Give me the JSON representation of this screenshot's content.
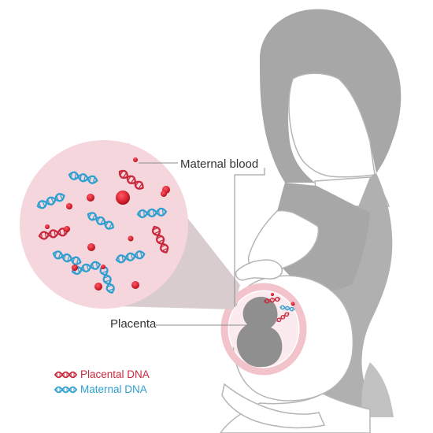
{
  "labels": {
    "maternal_blood": "Maternal blood",
    "placenta": "Placenta"
  },
  "legend": {
    "placental_dna": "Placental DNA",
    "maternal_dna": "Maternal DNA"
  },
  "colors": {
    "placental_dna": "#c8283c",
    "maternal_dna": "#2e9fd0",
    "silhouette": "#a7a7a7",
    "blood_background": "#f4d6dc",
    "callout_shadow": "#d9cccf",
    "leader_line": "#8c8c8c"
  },
  "icons": {
    "dna_strand": "dna-helix-icon",
    "blood_cell": "blood-cell-icon"
  }
}
